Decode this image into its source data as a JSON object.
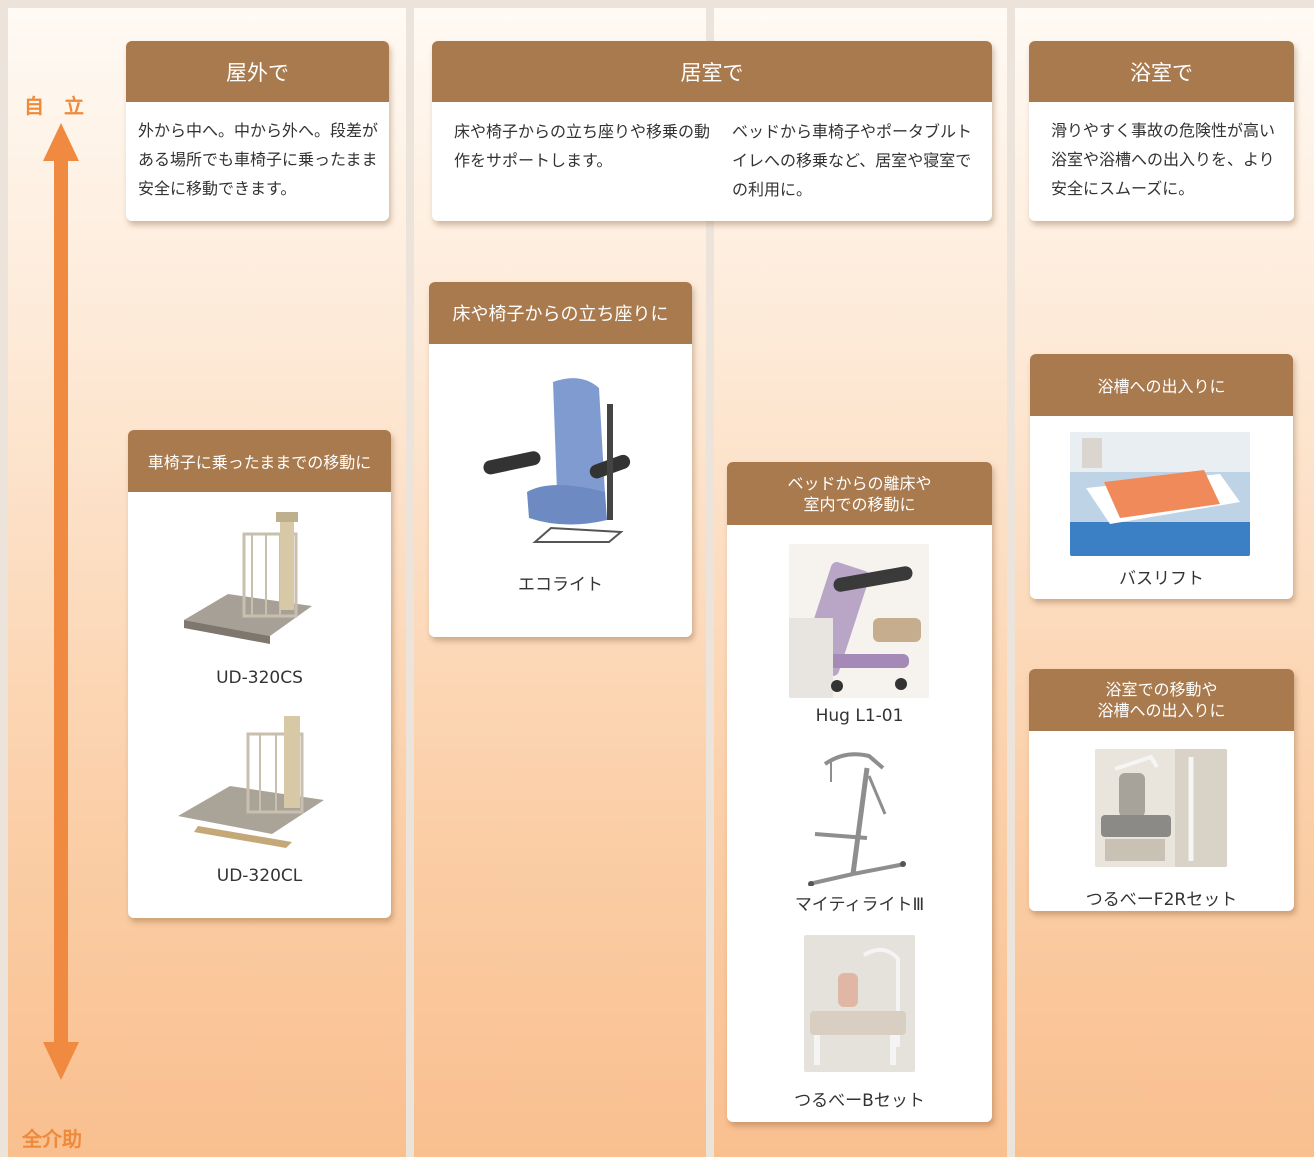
{
  "axis": {
    "top_label": "自　立",
    "bottom_label": "全介助"
  },
  "sections": {
    "outdoor": {
      "title": "屋外で",
      "description": "外から中へ。中から外へ。段差がある場所でも車椅子に乗ったまま安全に移動できます。"
    },
    "living_room": {
      "title": "居室で",
      "description_left": "床や椅子からの立ち座りや移乗の動作をサポートします。",
      "description_right": "ベッドから車椅子やポータブルトイレへの移乗など、居室や寝室での利用に。"
    },
    "bathroom": {
      "title": "浴室で",
      "description": "滑りやすく事故の危険性が高い浴室や浴槽への出入りを、より安全にスムーズに。"
    }
  },
  "categories": {
    "wheelchair_move": {
      "heading": "車椅子に乗ったままでの移動に",
      "products": [
        "UD-320CS",
        "UD-320CL"
      ]
    },
    "stand_sit": {
      "heading": "床や椅子からの立ち座りに",
      "products": [
        "エコライト"
      ]
    },
    "bed_transfer": {
      "heading_line1": "ベッドからの離床や",
      "heading_line2": "室内での移動に",
      "products": [
        "Hug L1-01",
        "マイティライトⅢ",
        "つるべーBセット"
      ]
    },
    "bathtub": {
      "heading": "浴槽への出入りに",
      "products": [
        "バスリフト"
      ]
    },
    "bath_move": {
      "heading_line1": "浴室での移動や",
      "heading_line2": "浴槽への出入りに",
      "products": [
        "つるべーF2Rセット"
      ]
    }
  },
  "colors": {
    "card_header": "#a87a4e",
    "axis_arrow": "#f08a40",
    "background": "#ece4da"
  }
}
